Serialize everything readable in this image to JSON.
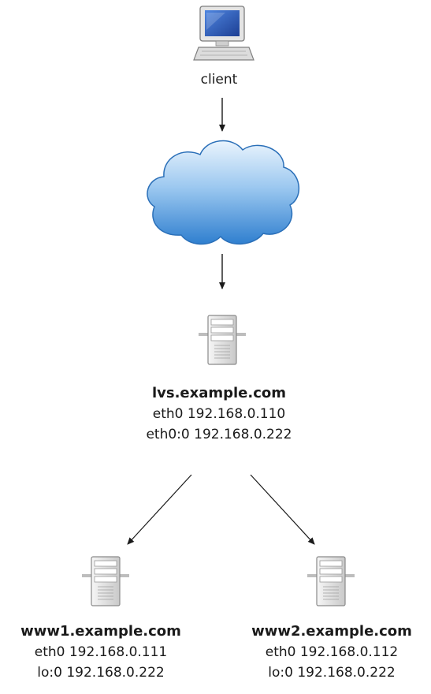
{
  "client": {
    "label": "client",
    "icon": "desktop-computer-icon"
  },
  "internet": {
    "icon": "cloud-icon"
  },
  "lvs": {
    "hostname": "lvs.example.com",
    "line1": "eth0 192.168.0.110",
    "line2": "eth0:0 192.168.0.222",
    "icon": "server-icon"
  },
  "www1": {
    "hostname": "www1.example.com",
    "line1": "eth0 192.168.0.111",
    "line2": "lo:0 192.168.0.222",
    "icon": "server-icon"
  },
  "www2": {
    "hostname": "www2.example.com",
    "line1": "eth0 192.168.0.112",
    "line2": "lo:0 192.168.0.222",
    "icon": "server-icon"
  },
  "colors": {
    "cloud_light": "#cfe3f7",
    "cloud_dark": "#2f7fcf",
    "monitor_screen": "#2a58b8",
    "server_body": "#e6e6e6",
    "arrow": "#1a1a1a"
  }
}
